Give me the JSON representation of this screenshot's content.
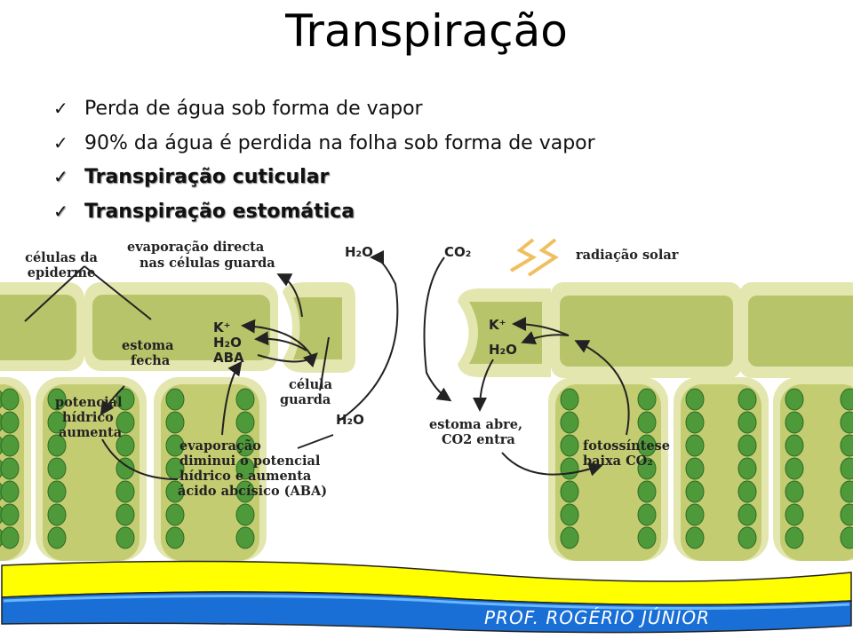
{
  "title": "Transpiração",
  "bullets": [
    {
      "icon": "checkmark-icon",
      "text": "Perda de água sob forma de vapor",
      "bold": false
    },
    {
      "icon": "checkmark-icon",
      "text": "90% da água é perdida na folha sob forma de vapor",
      "bold": false
    },
    {
      "icon": "checkmark-icon",
      "text": "Transpiração cuticular",
      "bold": true
    },
    {
      "icon": "checkmark-icon",
      "text": "Transpiração estomática",
      "bold": true
    }
  ],
  "check_glyph": "✓",
  "diagram": {
    "left": {
      "celulas_epiderme": "células da epiderme",
      "evaporacao_directa_1": "evaporação directa",
      "evaporacao_directa_2": "nas células guarda",
      "h2o_top": "H₂O",
      "k": "K⁺",
      "h2o": "H₂O",
      "aba": "ABA",
      "estoma_fecha_1": "estoma",
      "estoma_fecha_2": "fecha",
      "celula_guarda_1": "célula",
      "celula_guarda_2": "guarda",
      "h2o_bottom": "H₂O",
      "potencial_1": "potencial",
      "potencial_2": "hídrico",
      "potencial_3": "aumenta",
      "evap_1": "evaporação",
      "evap_2": "diminui o potencial",
      "evap_3": "hídrico e aumenta",
      "evap_4": "ácido abcísico (ABA)"
    },
    "right": {
      "co2_top": "CO₂",
      "radiacao": "radiação solar",
      "k": "K⁺",
      "h2o": "H₂O",
      "estoma_abre_1": "estoma abre,",
      "estoma_abre_2": "CO2 entra",
      "fotossintese_1": "fotossíntese",
      "fotossintese_2": "baixa CO₂"
    }
  },
  "footer": {
    "author": "PROF. ROGÉRIO JÚNIOR"
  },
  "colors": {
    "cell_fill": "#b8c46a",
    "cell_wall": "#e4e6b0",
    "chloroplast": "#4e9a3a",
    "yellow": "#ffff00",
    "blue": "#1a6fd6"
  }
}
